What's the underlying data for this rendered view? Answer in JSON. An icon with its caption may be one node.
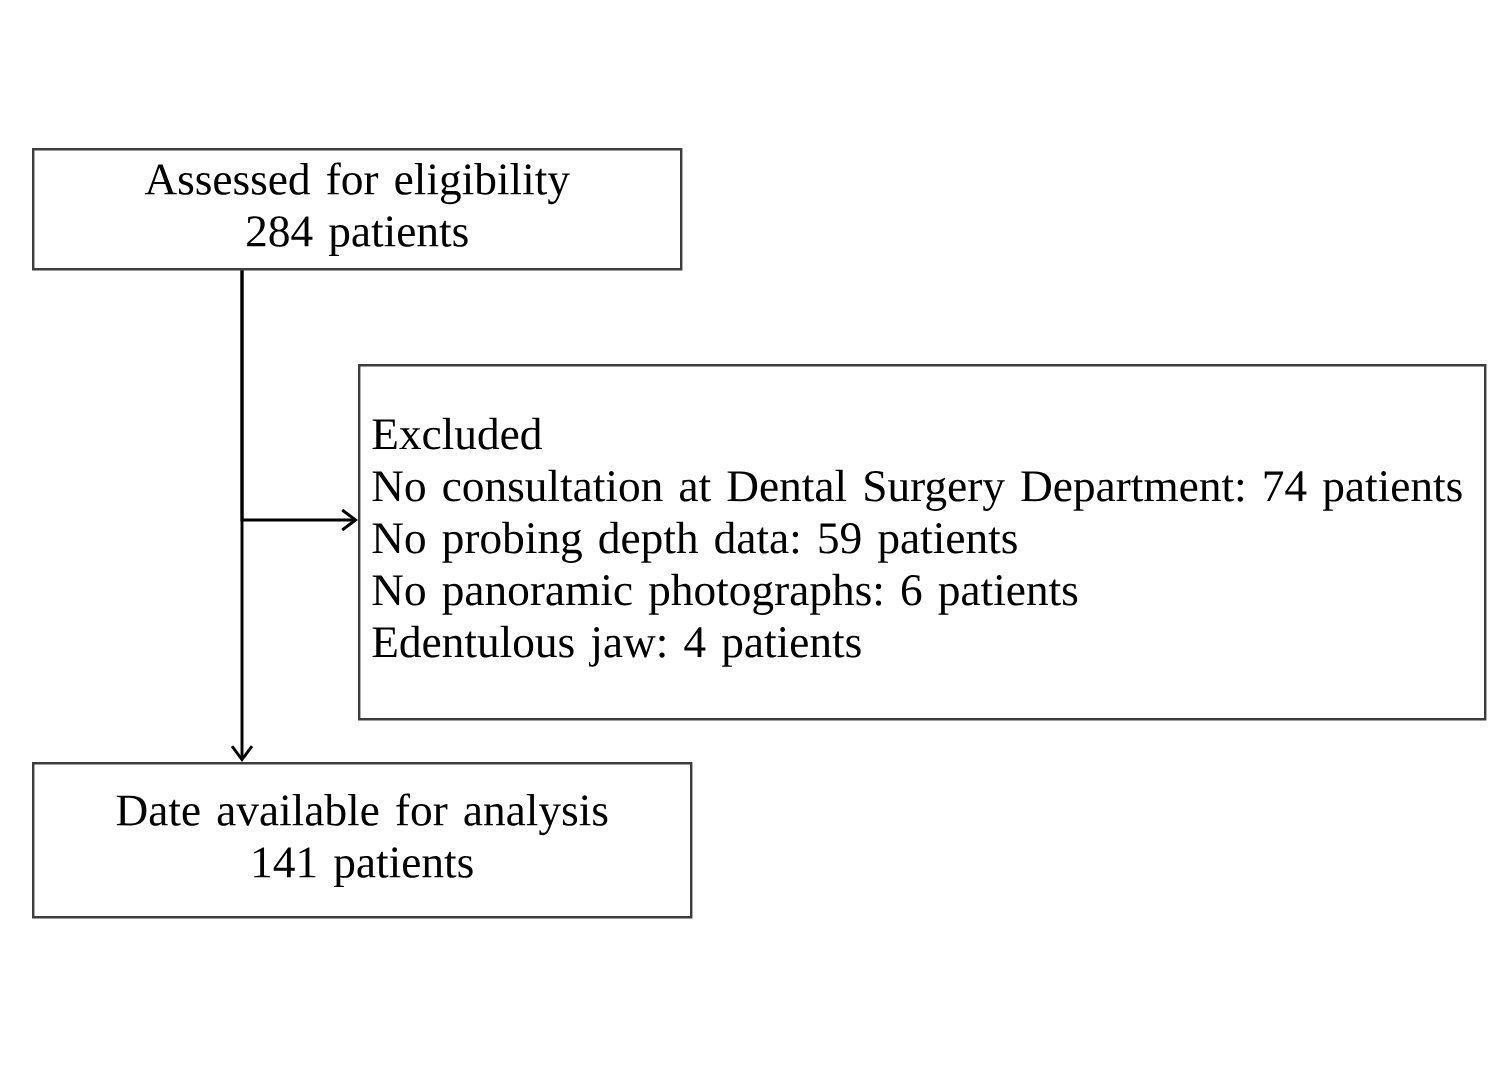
{
  "diagram": {
    "nodes": [
      {
        "text": [
          "Assessed for eligibility",
          "284 patients"
        ]
      },
      {
        "text": [
          "Excluded",
          "No consultation at Dental Surgery Department: 74 patients",
          "No probing depth data: 59 patients",
          "No panoramic photographs: 6 patients",
          "Edentulous jaw: 4 patients"
        ]
      },
      {
        "text": [
          "Date available for analysis",
          "141 patients"
        ]
      }
    ],
    "edges": [
      {
        "from": 0,
        "to": 2,
        "arrow": "to"
      },
      {
        "from": 0,
        "to": 1,
        "arrow": "to"
      }
    ]
  }
}
